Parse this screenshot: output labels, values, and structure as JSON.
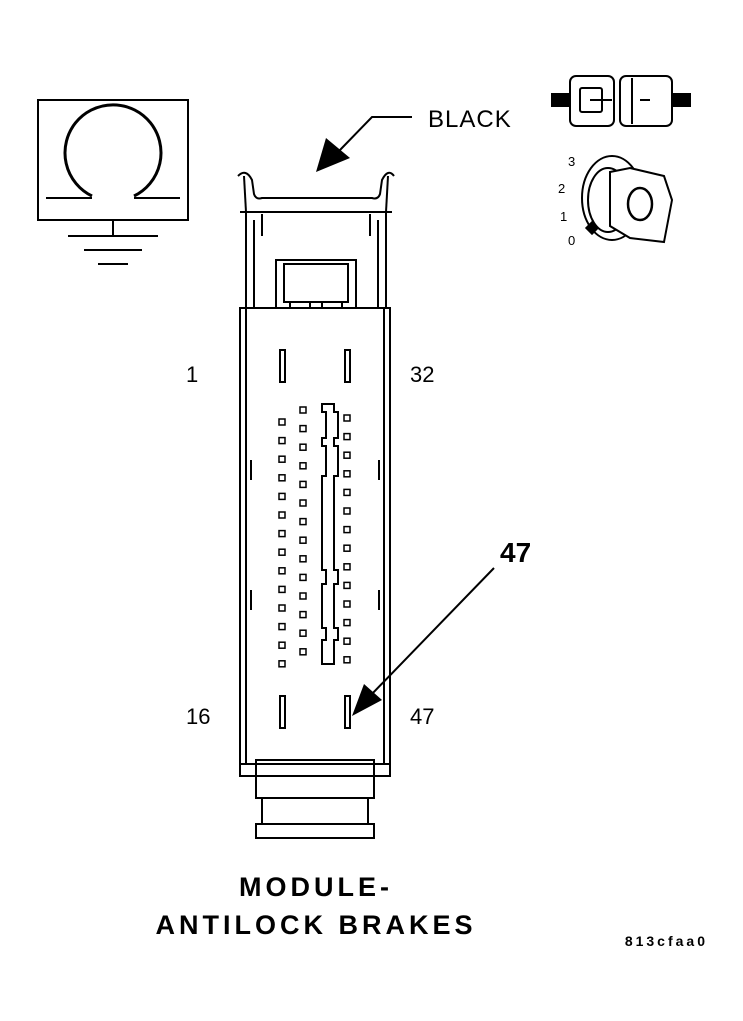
{
  "color_label": "BLACK",
  "pin_labels": {
    "top_left": "1",
    "top_right": "32",
    "bottom_left": "16",
    "bottom_right": "47"
  },
  "callout_pin": "47",
  "title_line1": "MODULE-",
  "title_line2": "ANTILOCK BRAKES",
  "figure_code": "813cfaa0",
  "ignition_positions": [
    "3",
    "2",
    "1",
    "0"
  ],
  "icons": {
    "ground_symbol": "ground-icon",
    "connector_symbol": "connector-icon",
    "ignition_switch": "ignition-key-icon"
  },
  "colors": {
    "ink": "#000000",
    "paper": "#ffffff"
  }
}
